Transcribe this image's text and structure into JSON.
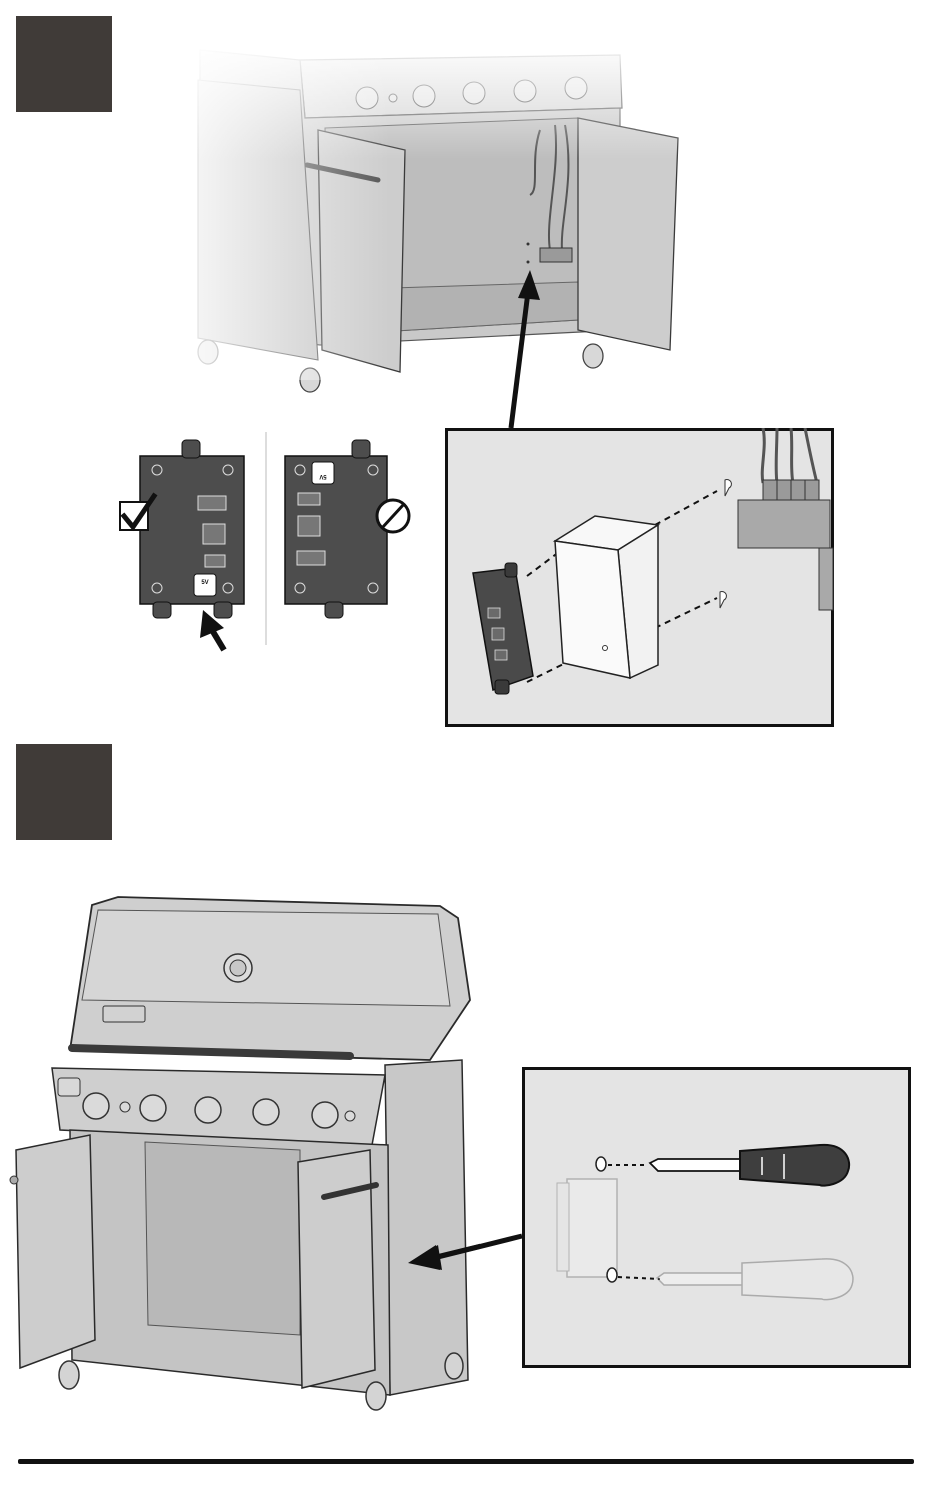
{
  "steps": [
    {
      "id": "step-a",
      "number": ""
    },
    {
      "id": "step-b",
      "number": ""
    }
  ],
  "module_labels": {
    "correct_port": "5V",
    "incorrect_port": "5V"
  },
  "colors": {
    "step_box": "#403b38",
    "grill_gray": "#cfcfcf",
    "outline": "#2a2a2a",
    "inset_bg": "#e4e4e4"
  },
  "icons": {
    "correct": "checkmark-box-icon",
    "incorrect": "prohibited-icon"
  }
}
